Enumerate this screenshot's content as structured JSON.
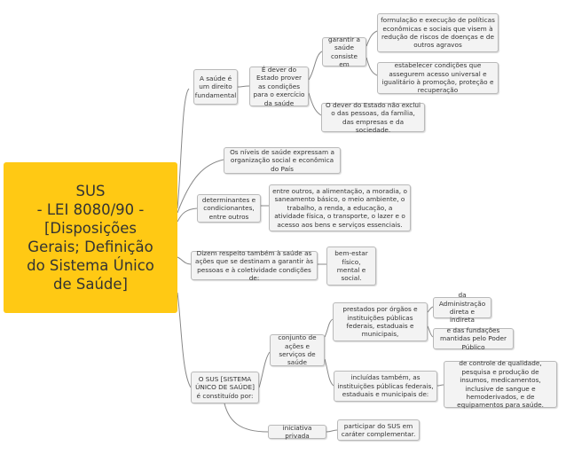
{
  "colors": {
    "root_fill": "#ffc914",
    "node_fill": "#f3f3f3",
    "node_border": "#b9b9b9",
    "line": "#888888",
    "text": "#333333"
  },
  "root": {
    "text": "SUS\n- LEI 8080/90 -\n[Disposições\nGerais; Definição\ndo Sistema Único\nde Saúde]"
  },
  "nodes": {
    "a_saude": "A saúde é um direito fundamental",
    "dever_estado": "É dever do Estado prover as condições para o exercício da saúde",
    "garantir": "garantir a saúde consiste em",
    "formulacao": "formulação e execução de políticas econômicas e sociais que visem à redução de riscos de doenças e de outros agravos",
    "estabelecer": "estabelecer condições que assegurem acesso universal e igualitário à promoção, proteção e recuperação",
    "dever_nao_exclui": "O dever do Estado não exclui o das pessoas, da família, das empresas e da sociedade.",
    "niveis": "Os níveis de saúde expressam a organização social e econômica do País",
    "determinantes": "determinantes e condicionantes, entre outros",
    "entre_outros": "entre outros, a alimentação, a moradia, o saneamento básico, o meio ambiente, o trabalho, a renda, a educação, a atividade física, o transporte, o lazer e o acesso aos bens e serviços essenciais.",
    "dizem_respeito": "Dizem respeito também à saúde as ações que se destinam a garantir às pessoas e à coletividade condições de:",
    "bem_estar": "bem-estar físico, mental e social.",
    "sus_constituido": "O SUS [SISTEMA ÚNICO DE SAÚDE] é constituído por:",
    "conjunto": "conjunto de ações e serviços de saúde",
    "prestados": "prestados por órgãos e instituições públicas federais, estaduais e municipais,",
    "administracao": "da Administração direta e indireta",
    "fundacoes": "e das fundações mantidas pelo Poder Público",
    "incluidas": "incluídas também, as instituições públicas federais, estaduais e municipais de:",
    "controle": "de controle de qualidade, pesquisa e produção de insumos, medicamentos, inclusive de sangue e hemoderivados, e de equipamentos para saúde.",
    "iniciativa": "iniciativa privada",
    "participar": "participar do SUS em caráter complementar."
  }
}
